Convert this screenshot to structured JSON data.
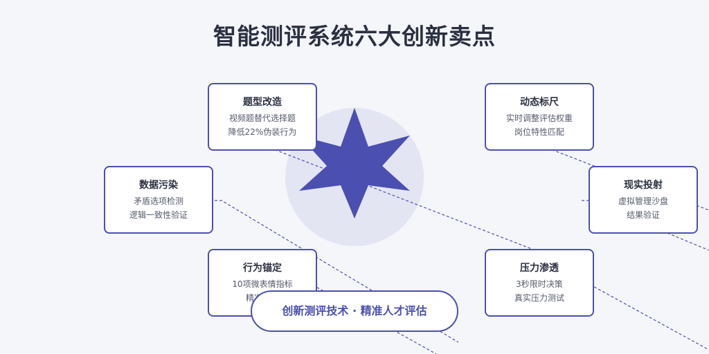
{
  "title": "智能测评系统六大创新卖点",
  "cards": [
    {
      "title": "题型改造",
      "lines": [
        "视频题替代选择题",
        "降低22%伪装行为"
      ]
    },
    {
      "title": "动态标尺",
      "lines": [
        "实时调整评估权重",
        "岗位特性匹配"
      ]
    },
    {
      "title": "数据污染",
      "lines": [
        "矛盾选项检测",
        "逻辑一致性验证"
      ]
    },
    {
      "title": "现实投射",
      "lines": [
        "虚拟管理沙盘",
        "结果验证"
      ]
    },
    {
      "title": "行为锚定",
      "lines": [
        "10项微表情指标",
        "精准识别"
      ]
    },
    {
      "title": "压力渗透",
      "lines": [
        "3秒限时决策",
        "真实压力测试"
      ]
    }
  ],
  "center_label": "创新测评技术 · 精准人才评估",
  "colors": {
    "accent": "#4b4fb0",
    "star": "#4b4fb0",
    "halo": "#e3e5f3",
    "background": "#f5f6fa"
  }
}
